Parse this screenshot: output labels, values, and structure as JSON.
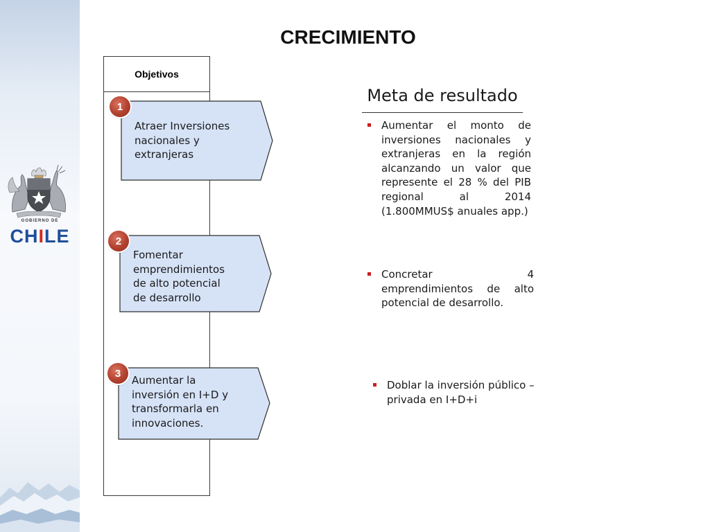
{
  "title": "CRECIMIENTO",
  "logo": {
    "caption": "GOBIERNO DE",
    "word_blue": "CH",
    "word_red": "I",
    "word_blue_end": "LE",
    "colors": {
      "blue": "#1e4f9a",
      "red": "#d52b1e"
    }
  },
  "objectives_column": {
    "header": "Objetivos"
  },
  "objectives": [
    {
      "number": "1",
      "lines": [
        "Atraer Inversiones",
        "nacionales y",
        "extranjeras"
      ]
    },
    {
      "number": "2",
      "lines": [
        "Fomentar",
        "emprendimientos",
        "de alto potencial",
        "de desarrollo"
      ]
    },
    {
      "number": "3",
      "lines": [
        "Aumentar la",
        "inversión en I+D y",
        "transformarla en",
        "innovaciones."
      ]
    }
  ],
  "goals": {
    "heading": "Meta de resultado",
    "items": [
      "Aumentar el monto de inversiones nacionales y extranjeras en la región alcanzando un valor que represente el 28 % del PIB regional al 2014 (1.800MMUS$ anuales app.)",
      "Concretar 4 emprendimientos de alto potencial de desarrollo.",
      "Doblar la inversión público – privada en I+D+i"
    ]
  },
  "colors": {
    "arrow_fill": "#d6e3f7",
    "arrow_stroke": "#2d2d2d",
    "badge": "#b2412f",
    "bullet": "#cc1f1f"
  }
}
